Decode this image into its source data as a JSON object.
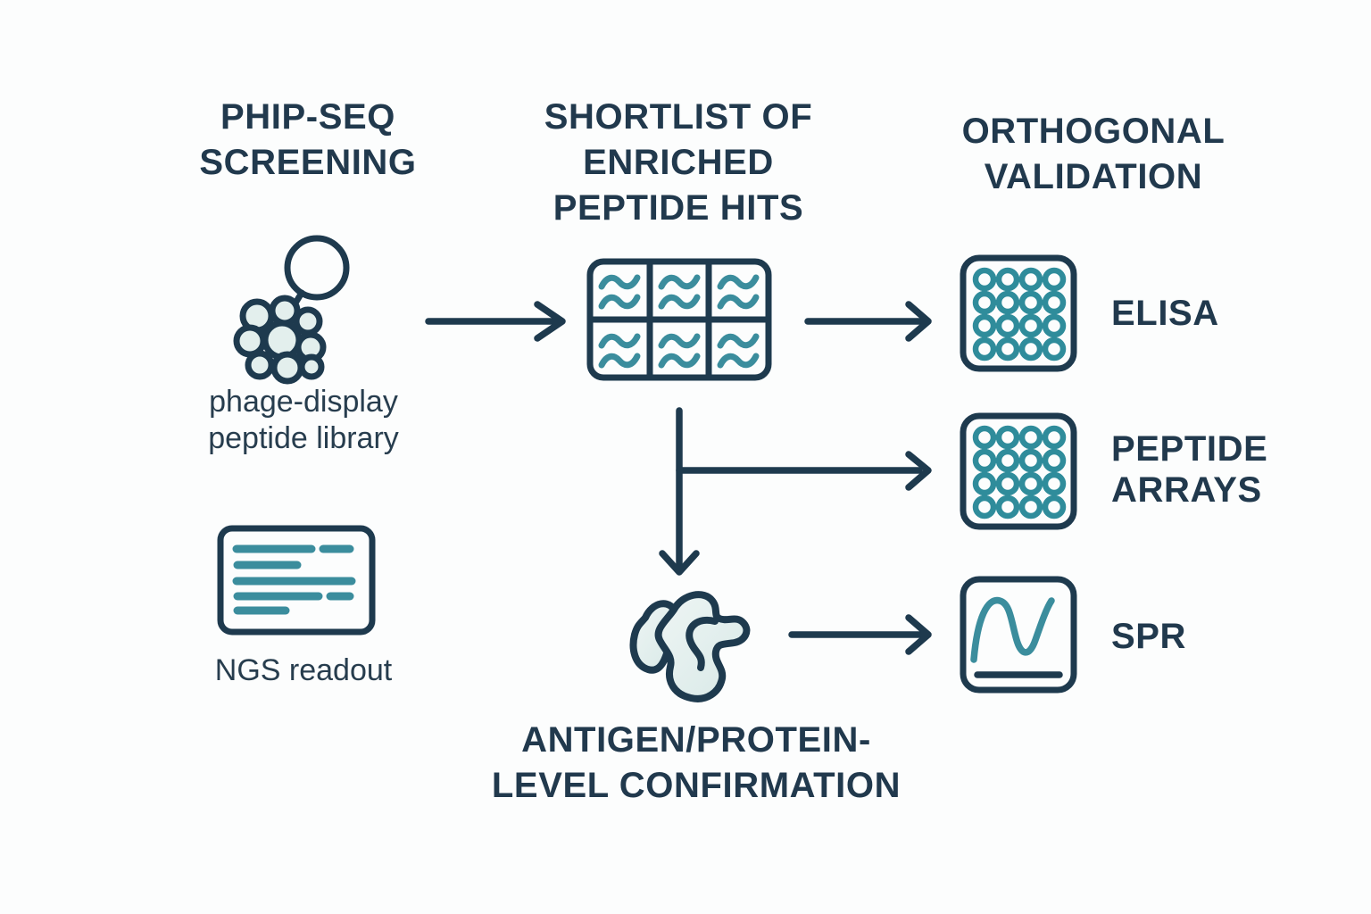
{
  "palette": {
    "background": "#fcfdfd",
    "ink": "#1e3a4e",
    "teal": "#3b8d9d",
    "pale_fill": "#e3efed"
  },
  "screening": {
    "title": "PHIP-SEQ\nSCREENING",
    "phage_caption": "phage-display\npeptide library",
    "ngs_caption": "NGS readout"
  },
  "shortlist": {
    "title": "SHORTLIST OF\nENRICHED\nPEPTIDE HITS",
    "confirmation_caption": "ANTIGEN/PROTEIN-\nLEVEL CONFIRMATION"
  },
  "validation": {
    "title": "ORTHOGONAL\nVALIDATION",
    "methods": [
      {
        "label": "ELISA"
      },
      {
        "label": "PEPTIDE\nARRAYS"
      },
      {
        "label": "SPR"
      }
    ]
  }
}
